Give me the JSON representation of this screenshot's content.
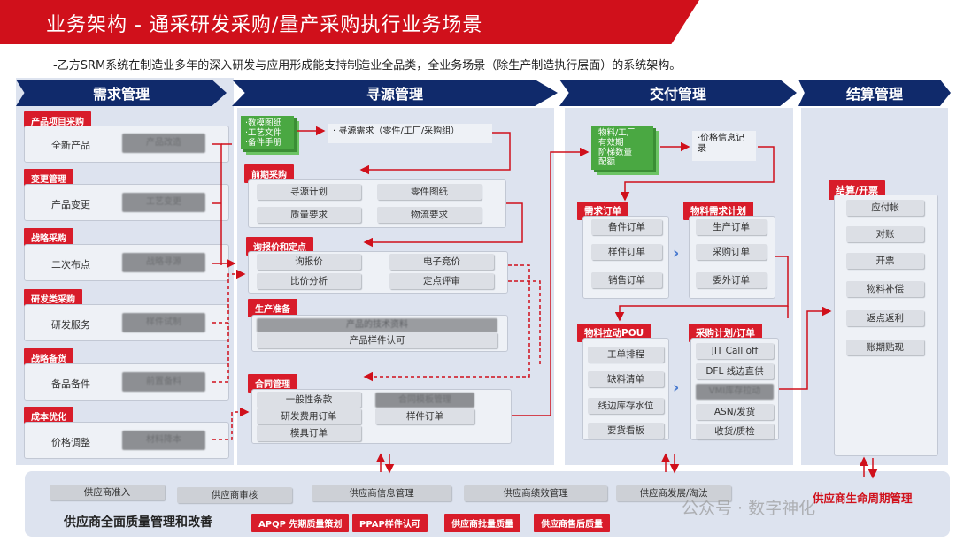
{
  "header": {
    "title": "业务架构 - 通采研发采购/量产采购执行业务场景",
    "subtitle": "-乙方SRM系统在制造业多年的深入研发与应用形成能支持制造业全品类，全业务场景（除生产制造执行层面）的系统架构。"
  },
  "stages": [
    "需求管理",
    "寻源管理",
    "交付管理",
    "结算管理"
  ],
  "demand": {
    "groups": [
      {
        "tag": "产品项目采购",
        "item": "全新产品",
        "blurred": "产品改造"
      },
      {
        "tag": "变更管理",
        "item": "产品变更",
        "blurred": "工艺变更"
      },
      {
        "tag": "战略采购",
        "item": "二次布点",
        "blurred": "战略寻源"
      },
      {
        "tag": "研发类采购",
        "item": "研发服务",
        "blurred": "样件试制"
      },
      {
        "tag": "战略备货",
        "item": "备品备件",
        "blurred": "前置备料"
      },
      {
        "tag": "成本优化",
        "item": "价格调整",
        "blurred": "材料降本"
      }
    ]
  },
  "sourcing": {
    "docs": [
      "·数模图纸",
      "·工艺文件",
      "·备件手册"
    ],
    "request": "· 寻源需求（零件/工厂/采购组）",
    "early": {
      "tag": "前期采购",
      "items": [
        "寻源计划",
        "零件图纸",
        "质量要求",
        "物流要求"
      ]
    },
    "inquiry": {
      "tag": "询报价和定点",
      "items": [
        "询报价",
        "电子竞价",
        "比价分析",
        "定点评审"
      ]
    },
    "prep": {
      "tag": "生产准备",
      "blurred": "产品的技术资料",
      "item": "产品样件认可"
    },
    "contract": {
      "tag": "合同管理",
      "items": [
        "一般性条款",
        "研发费用订单",
        "样件订单",
        "模具订单"
      ],
      "blurred": "合同模板管理"
    }
  },
  "delivery": {
    "docs": [
      "·物料/工厂",
      "·有效期",
      "·阶梯数量",
      "·配额"
    ],
    "price_note": "·价格信息记录",
    "demand_order": {
      "tag": "需求订单",
      "items": [
        "备件订单",
        "样件订单",
        "销售订单"
      ]
    },
    "mrp": {
      "tag": "物料需求计划",
      "items": [
        "生产订单",
        "采购订单",
        "委外订单"
      ]
    },
    "pull": {
      "tag": "物料拉动POU",
      "items": [
        "工单排程",
        "缺料清单",
        "线边库存水位",
        "要货看板"
      ]
    },
    "plan": {
      "tag": "采购计划/订单",
      "items": [
        "JIT Call off",
        "DFL 线边直供",
        "ASN/发货",
        "收货/质检"
      ],
      "blurred": "VMI库存拉动"
    }
  },
  "settlement": {
    "tag": "结算/开票",
    "items": [
      "应付帐",
      "对账",
      "开票",
      "物料补偿",
      "返点返利",
      "账期贴现"
    ]
  },
  "supplier": {
    "top_items": [
      "供应商准入",
      "供应商审核",
      "供应商信息管理",
      "供应商绩效管理",
      "供应商发展/淘汰"
    ],
    "quality_title": "供应商全面质量管理和改善",
    "quality_items": [
      "APQP 先期质量策划",
      "PPAP样件认可",
      "供应商批量质量",
      "供应商售后质量"
    ],
    "lifecycle": "供应商生命周期管理",
    "watermark": "公众号 · 数字神化"
  },
  "colors": {
    "red": "#d0101b",
    "navy": "#102a6b",
    "panel": "#dde3ef",
    "green": "#4aa842"
  }
}
